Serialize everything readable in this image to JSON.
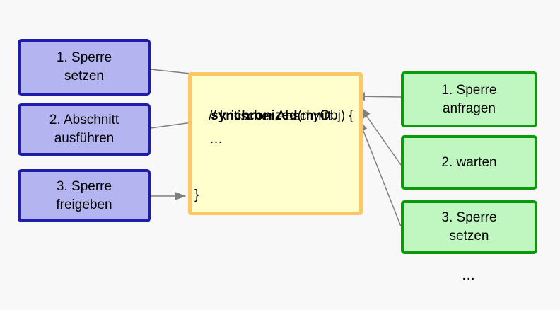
{
  "diagram": {
    "topic": "synchronized block locking steps",
    "background_color": "#f8f8f8",
    "arrow_color": "#7f7f7f"
  },
  "left_steps": [
    {
      "lines": [
        "1. Sperre",
        "setzen"
      ],
      "fill": "#b4b4f0",
      "border": "#1e1ea8"
    },
    {
      "lines": [
        "2. Abschnitt",
        "ausführen"
      ],
      "fill": "#b4b4f0",
      "border": "#1e1ea8"
    },
    {
      "lines": [
        "3. Sperre",
        "freigeben"
      ],
      "fill": "#b4b4f0",
      "border": "#1e1ea8"
    }
  ],
  "right_steps": [
    {
      "lines": [
        "1. Sperre",
        "anfragen"
      ],
      "fill": "#c0f6c0",
      "border": "#0a9a0a"
    },
    {
      "lines": [
        "2. warten"
      ],
      "fill": "#c0f6c0",
      "border": "#0a9a0a"
    },
    {
      "lines": [
        "3. Sperre",
        "setzen"
      ],
      "fill": "#c0f6c0",
      "border": "#0a9a0a"
    }
  ],
  "code": {
    "keyword": "synchronized",
    "line1_rest": "(myObj) {",
    "line2": "// kritischer Abschnitt",
    "line3": "…",
    "line4": "}",
    "fill": "#ffffcd",
    "border": "#fbc869"
  },
  "more_indicator": "…",
  "arrows": [
    {
      "from": "left-step-1",
      "to": "code-line-synchronized"
    },
    {
      "from": "left-step-2",
      "to": "code-line-kritischer-abschnitt"
    },
    {
      "from": "left-step-3",
      "to": "code-line-closing-brace"
    },
    {
      "from": "right-step-1",
      "to": "code-opening-brace"
    },
    {
      "from": "right-step-2",
      "to": "code-opening-brace"
    },
    {
      "from": "right-step-3",
      "to": "code-opening-brace"
    }
  ]
}
